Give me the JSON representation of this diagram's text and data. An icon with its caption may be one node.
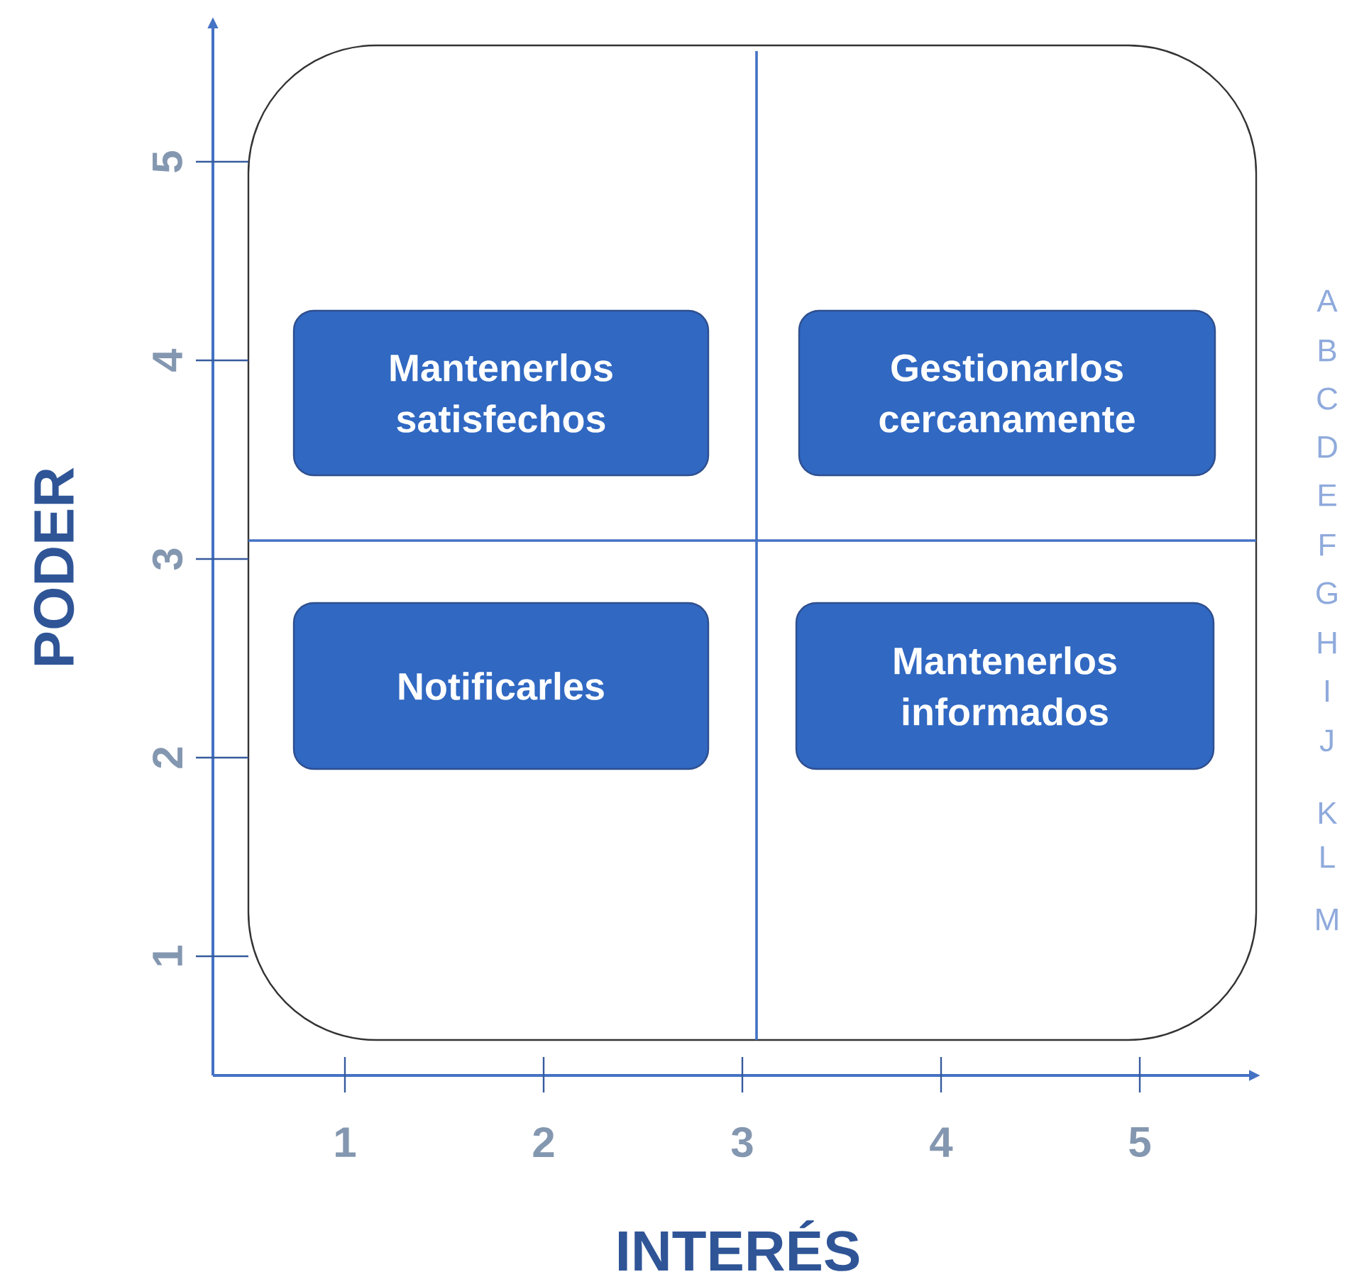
{
  "diagram": {
    "nodes": [
      {
        "text": [
          "Mantenerlos satisfechos"
        ]
      },
      {
        "text": [
          "Gestionarlos cercanamente"
        ]
      },
      {
        "text": [
          "Notificarles"
        ]
      },
      {
        "text": [
          "Mantenerlos informados"
        ]
      }
    ],
    "labels": [
      "5",
      "4",
      "3",
      "2",
      "1",
      "PODER",
      "1",
      "2",
      "3",
      "4",
      "5",
      "INTERÉS",
      "A",
      "B",
      "C",
      "D",
      "E",
      "F",
      "G",
      "H",
      "I",
      "J",
      "K",
      "L",
      "M"
    ]
  }
}
